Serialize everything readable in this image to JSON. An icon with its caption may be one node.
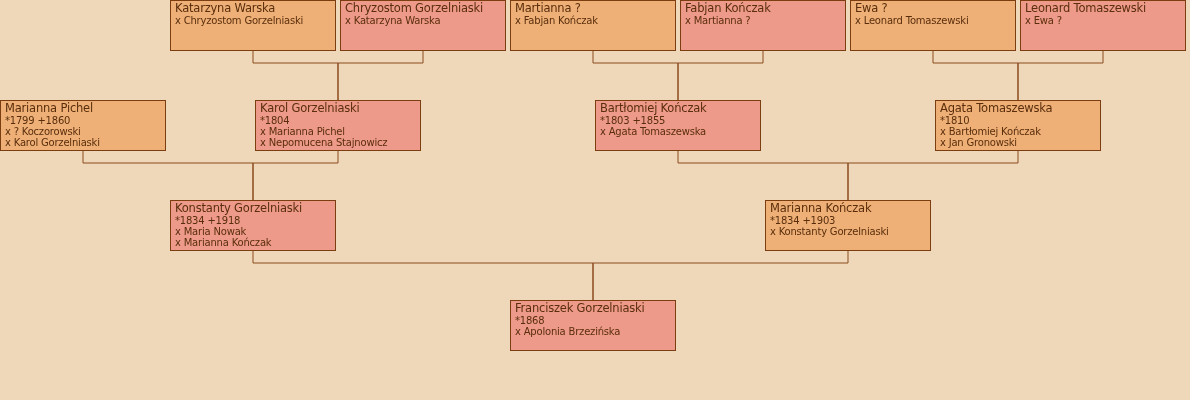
{
  "diagram": {
    "nodes": [
      {
        "text": [
          "Katarzyna Warska",
          "x Chryzostom Gorzelniaski"
        ]
      },
      {
        "text": [
          "Chryzostom Gorzelniaski",
          "x Katarzyna Warska"
        ]
      },
      {
        "text": [
          "Martianna ?",
          "x Fabjan Kończak"
        ]
      },
      {
        "text": [
          "Fabjan Kończak",
          "x Martianna ?"
        ]
      },
      {
        "text": [
          "Ewa ?",
          "x Leonard Tomaszewski"
        ]
      },
      {
        "text": [
          "Leonard Tomaszewski",
          "x Ewa ?"
        ]
      },
      {
        "text": [
          "Marianna Pichel",
          "*1799 +1860",
          "x ? Koczorowski",
          "x Karol Gorzelniaski"
        ]
      },
      {
        "text": [
          "Karol Gorzelniaski",
          "*1804",
          "x Marianna Pichel",
          "x Nepomucena Stajnowicz"
        ]
      },
      {
        "text": [
          "Bartłomiej Kończak",
          "*1803 +1855",
          "x Agata Tomaszewska"
        ]
      },
      {
        "text": [
          "Agata Tomaszewska",
          "*1810",
          "x Bartłomiej Kończak",
          "x Jan Gronowski"
        ]
      },
      {
        "text": [
          "Konstanty Gorzelniaski",
          "*1834 +1918",
          "x Maria Nowak",
          "x Marianna Kończak"
        ]
      },
      {
        "text": [
          "Marianna Kończak",
          "*1834 +1903",
          "x Konstanty Gorzelniaski"
        ]
      },
      {
        "text": [
          "Franciszek Gorzelniaski",
          "*1868",
          "x Apolonia Brzezińska"
        ]
      }
    ],
    "edges": [
      {
        "from": 0,
        "to": 7,
        "arrow": "none"
      },
      {
        "from": 1,
        "to": 7,
        "arrow": "none"
      },
      {
        "from": 2,
        "to": 8,
        "arrow": "none"
      },
      {
        "from": 3,
        "to": 8,
        "arrow": "none"
      },
      {
        "from": 4,
        "to": 9,
        "arrow": "none"
      },
      {
        "from": 5,
        "to": 9,
        "arrow": "none"
      },
      {
        "from": 6,
        "to": 10,
        "arrow": "none"
      },
      {
        "from": 7,
        "to": 10,
        "arrow": "none"
      },
      {
        "from": 8,
        "to": 11,
        "arrow": "none"
      },
      {
        "from": 9,
        "to": 11,
        "arrow": "none"
      },
      {
        "from": 10,
        "to": 12,
        "arrow": "none"
      },
      {
        "from": 11,
        "to": 12,
        "arrow": "none"
      }
    ]
  }
}
